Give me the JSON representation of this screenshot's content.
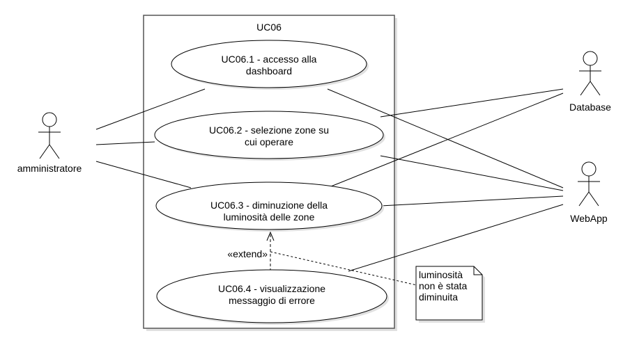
{
  "system": {
    "title": "UC06"
  },
  "actors": {
    "admin": {
      "label": "amministratore"
    },
    "database": {
      "label": "Database"
    },
    "webapp": {
      "label": "WebApp"
    }
  },
  "use_cases": {
    "uc1": {
      "line1": "UC06.1 - accesso alla",
      "line2": "dashboard"
    },
    "uc2": {
      "line1": "UC06.2 - selezione zone su",
      "line2": "cui operare"
    },
    "uc3": {
      "line1": "UC06.3 - diminuzione della",
      "line2": "luminosità delle zone"
    },
    "uc4": {
      "line1": "UC06.4 - visualizzazione",
      "line2": "messaggio di errore"
    }
  },
  "extend": {
    "label": "«extend»"
  },
  "note": {
    "line1": "luminosità",
    "line2": "non è stata",
    "line3": "diminuita"
  }
}
